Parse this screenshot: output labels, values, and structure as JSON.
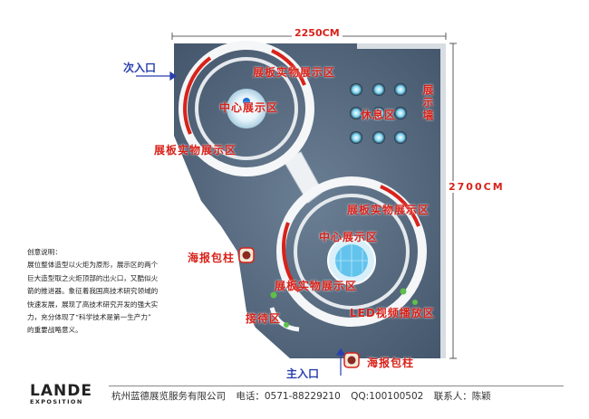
{
  "dimensions": {
    "width": "2250CM",
    "height": "2700CM"
  },
  "entrances": {
    "secondary": "次入口",
    "main": "主入口"
  },
  "zones": {
    "panel_display_upper_right": "展板实物展示区",
    "panel_display_upper_left": "展板实物展示区",
    "center_display_upper": "中心展示区",
    "rest_area": "休息区",
    "display_wall": "展示墙",
    "panel_display_lower_right": "展板实物展示区",
    "center_display_lower": "中心展示区",
    "panel_display_lower_left": "展板实物展示区",
    "poster_column_left": "海报包柱",
    "reception": "接待区",
    "led_area": "LED视频播放区",
    "poster_column_bottom": "海报包柱"
  },
  "description": {
    "title": "创意说明：",
    "lines": [
      "展位整体造型以火炬为原形，展示区的两个",
      "巨大造型取之火炬顶部的出火口，又酷似火",
      "箭的推进器。象征着我国高技术研究领域的",
      "快速发展，展现了高技术研究开发的强大实",
      "力，充分体现了“科学技术是第一生产力”",
      "的重要战略意义。"
    ]
  },
  "logo": {
    "main": "LANDE",
    "sub": "EXPOSITION"
  },
  "footer": {
    "company": "杭州蓝德展览服务有限公司",
    "phone": "电话：0571-88229210",
    "qq": "QQ:100100502",
    "contact": "联系人：陈颖"
  },
  "colors": {
    "floor": "#4f6379",
    "accent_red": "#d8221a",
    "entrance_blue": "#2a3fae",
    "light_cyan": "#39b6e8"
  }
}
